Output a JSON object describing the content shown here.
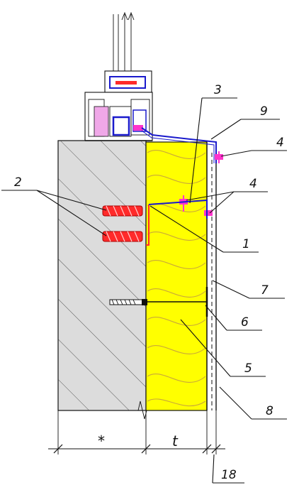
{
  "callouts": {
    "c1": "1",
    "c2": "2",
    "c3": "3",
    "c4a": "4",
    "c4b": "4",
    "c5": "5",
    "c6": "6",
    "c7": "7",
    "c8": "8",
    "c9": "9",
    "c18": "18"
  },
  "dimensions": {
    "wall": "*",
    "insulation": "t"
  },
  "colors": {
    "concrete": "#dcdcdc",
    "insulation": "#ffff00",
    "insulation_wave": "#c9a83a",
    "anchor": "#ff2a2a",
    "bracket": "#1a1acc",
    "fastener": "#ff33cc",
    "window_infill": "#f0a8e8"
  }
}
